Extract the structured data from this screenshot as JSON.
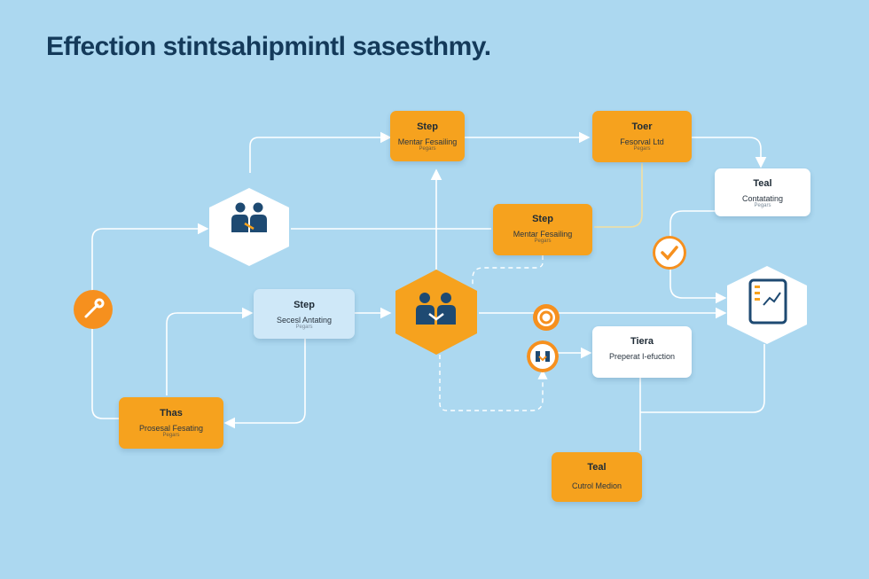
{
  "title": "Effection stintsahipmintl sasesthmy.",
  "colors": {
    "background": "#acd8f0",
    "accent": "#f6a21e",
    "node_white": "#ffffff",
    "node_light_blue": "#cfe8f8",
    "title": "#143a5a",
    "icon_dark": "#1e4a72"
  },
  "boxes": [
    {
      "id": "b1",
      "title": "Step",
      "subtitle": "Mentar Fesailing",
      "caption": "Pegars"
    },
    {
      "id": "b2",
      "title": "Toer",
      "subtitle": "Fesorval Ltd",
      "caption": "Pegars"
    },
    {
      "id": "b3",
      "title": "Teal",
      "subtitle": "Contatating",
      "caption": "Pegars"
    },
    {
      "id": "b4",
      "title": "Step",
      "subtitle": "Mentar Fesailing",
      "caption": "Pegars"
    },
    {
      "id": "b5",
      "title": "Step",
      "subtitle": "Secesl Antating",
      "caption": "Pegars"
    },
    {
      "id": "b6",
      "title": "Tiera",
      "subtitle": "Preperat I-efuction",
      "caption": ""
    },
    {
      "id": "b7",
      "title": "Thas",
      "subtitle": "Prosesal Fesating",
      "caption": "Pegars"
    },
    {
      "id": "b8",
      "title": "Teal",
      "subtitle": "Cutrol Medion",
      "caption": ""
    }
  ],
  "icons": {
    "hex_top": "people-meeting-icon",
    "hex_center": "team-handshake-icon",
    "hex_right": "tablet-chart-icon",
    "circle_left": "wrench-icon",
    "circle_check": "check-icon",
    "circle_gear": "gear-icon",
    "circle_handshake": "handshake-icon"
  }
}
